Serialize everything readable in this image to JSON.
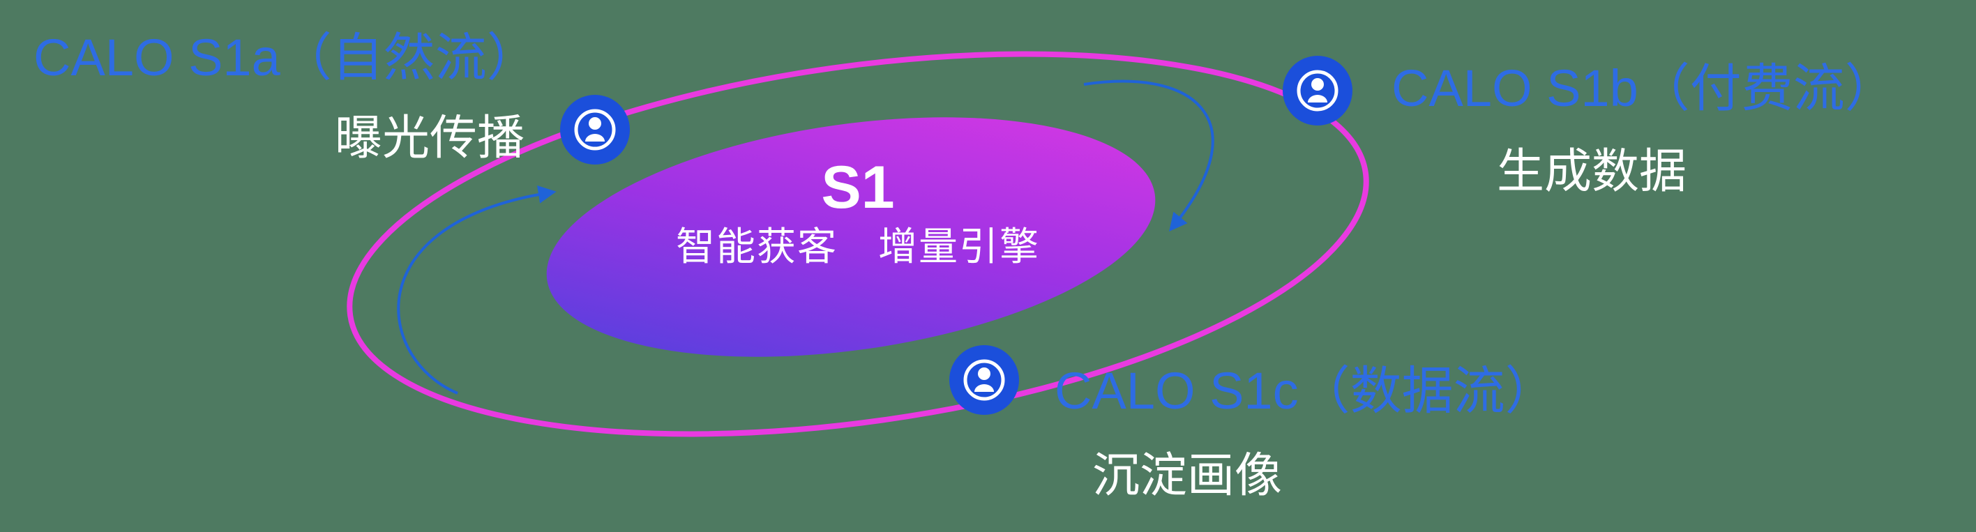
{
  "diagram": {
    "background_color": "#4e7a61",
    "ring_color": "#e93ae1",
    "core_gradient": [
      "#4643dc",
      "#9c33e4",
      "#e039e3"
    ],
    "node_circle_color": "#1b4fdb",
    "label_blue": "#2e6ce4",
    "sublabel_white": "#ffffff",
    "arrow_color": "#1f63d8",
    "center": {
      "title": "S1",
      "subtitle": "智能获客　增量引擎"
    },
    "nodes": [
      {
        "id": "s1a",
        "label": "CALO S1a（自然流）",
        "sublabel": "曝光传播",
        "icon": "user-circle-icon"
      },
      {
        "id": "s1b",
        "label": "CALO S1b（付费流）",
        "sublabel": "生成数据",
        "icon": "user-circle-icon"
      },
      {
        "id": "s1c",
        "label": "CALO S1c（数据流）",
        "sublabel": "沉淀画像",
        "icon": "user-circle-icon"
      }
    ]
  }
}
